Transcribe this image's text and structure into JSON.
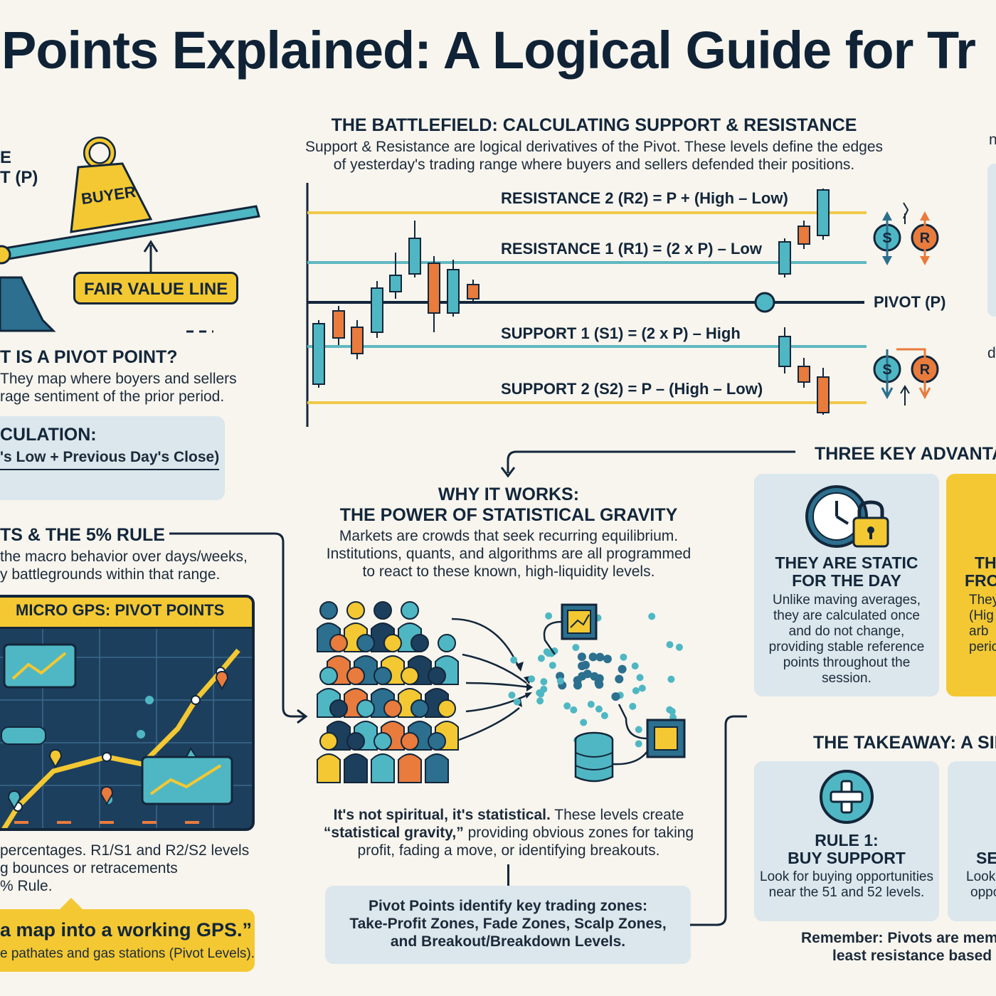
{
  "page_title": "Points Explained: A Logical Guide for Tr",
  "left": {
    "pivot_label_line1": "E",
    "pivot_label_line2": "T (P)",
    "buyer_label": "BUYER",
    "fair_value_label": "FAIR VALUE LINE",
    "what_heading": "T IS A PIVOT POINT?",
    "what_line1": "They map where boyers and sellers",
    "what_line2": "rage sentiment of the prior period.",
    "calc_heading": "CULATION:",
    "calc_formula": "'s Low + Previous Day's Close)",
    "rule_heading": "TS & THE 5% RULE",
    "rule_line1": "the macro behavior over days/weeks,",
    "rule_line2": "y battlegrounds within that range.",
    "gps_header": "MICRO GPS: PIVOT POINTS",
    "pct_line1": "percentages. R1/S1 and R2/S2 levels",
    "pct_line2": "g bounces or retracements",
    "pct_line3": "% Rule.",
    "quote_line1": "a map into a working GPS.”",
    "quote_line2": "e pathates and gas stations (Pivot Levels)."
  },
  "battlefield": {
    "heading": "THE BATTLEFIELD: CALCULATING SUPPORT & RESISTANCE",
    "desc_line1": "Support & Resistance are logical derivatives of the Pivot. These levels define the edges",
    "desc_line2": "of yesterday's trading range where buyers and sellers defended their positions.",
    "r2_label": "RESISTANCE 2 (R2) = P + (High – Low)",
    "r1_label": "RESISTANCE 1 (R1) = (2 x P) – Low",
    "pivot_label": "PIVOT (P)",
    "s1_label": "SUPPORT 1 (S1) = (2 x P) – High",
    "s2_label": "SUPPORT 2 (S2) = P – (High – Low)",
    "badge_s": "S",
    "badge_r": "R",
    "colors": {
      "resistance2": "#f0c84a",
      "resistance1": "#5fb8c0",
      "pivot": "#13263a",
      "bull": "#4fb7c3",
      "bear": "#e97b3c"
    }
  },
  "right_edge": {
    "top_letter": "n",
    "mid_letter": "d"
  },
  "why": {
    "heading_line1": "WHY IT WORKS:",
    "heading_line2": "THE POWER OF STATISTICAL GRAVITY",
    "desc_line1": "Markets are crowds that seek recurring equilibrium.",
    "desc_line2": "Institutions, quants, and algorithms are all programmed",
    "desc_line3": "to react to these known, high-liquidity levels.",
    "stat_bold1": "It's not spiritual, it's statistical.",
    "stat_rest1": " These levels create",
    "stat_bold2": "“statistical gravity,”",
    "stat_rest2": " providing obvious zones for taking",
    "stat_line3": "profit, fading a move, or identifying breakouts.",
    "zones_line1": "Pivot Points identify key trading zones:",
    "zones_line2": "Take-Profit Zones, Fade Zones, Scalp Zones,",
    "zones_line3": "and Breakout/Breakdown Levels."
  },
  "advantages": {
    "heading": "THREE KEY ADVANTA",
    "card1_title_line1": "THEY ARE STATIC",
    "card1_title_line2": "FOR THE DAY",
    "card1_body": [
      "Unlike maving averages,",
      "they are calculated once",
      "and do not change,",
      "providing stable reference",
      "points throughout the",
      "session."
    ],
    "card2_title_line1": "THI",
    "card2_title_line2": "FROI",
    "card2_body": [
      "They",
      "(Hig",
      "arb",
      "peric"
    ]
  },
  "takeaway": {
    "heading": "THE TAKEAWAY: A SII",
    "rule1_line1": "RULE 1:",
    "rule1_line2": "BUY SUPPORT",
    "rule1_body1": "Look for buying opportunities",
    "rule1_body2": "near the 51 and 52 levels.",
    "rule2_title": "SE",
    "rule2_body1": "Look",
    "rule2_body2": "oppo",
    "remember_line1": "Remember: Pivots are memo",
    "remember_line2": "least resistance based o"
  }
}
